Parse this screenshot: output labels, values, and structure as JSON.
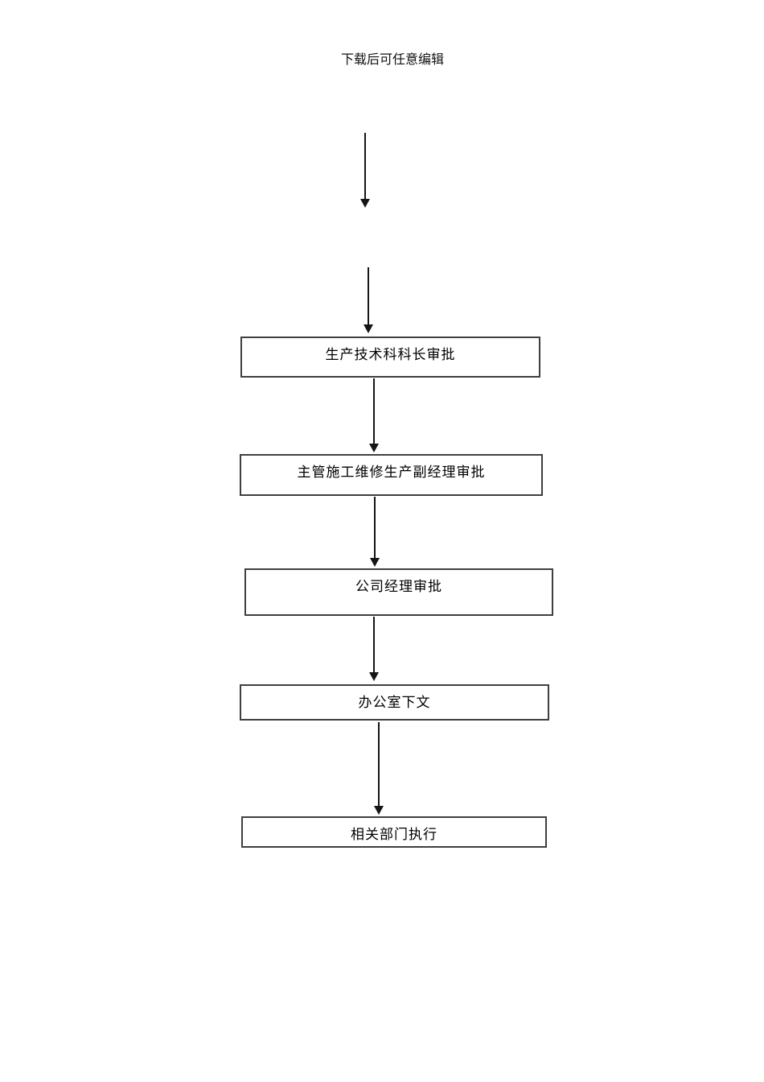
{
  "page": {
    "header": "下载后可任意编辑",
    "background": "#ffffff"
  },
  "diagram": {
    "type": "flowchart",
    "direction": "top-down",
    "box_border_color": "#3f3f3f",
    "arrow_color": "#151515",
    "nodes": [
      {
        "label": "生产技术科科长审批"
      },
      {
        "label": "主管施工维修生产副经理审批"
      },
      {
        "label": "公司经理审批"
      },
      {
        "label": "办公室下文"
      },
      {
        "label": "相关部门执行"
      }
    ],
    "edges": [
      {
        "from": "top",
        "to": "offpage"
      },
      {
        "from": "offpage",
        "to": "生产技术科科长审批"
      },
      {
        "from": "生产技术科科长审批",
        "to": "主管施工维修生产副经理审批"
      },
      {
        "from": "主管施工维修生产副经理审批",
        "to": "公司经理审批"
      },
      {
        "from": "公司经理审批",
        "to": "办公室下文"
      },
      {
        "from": "办公室下文",
        "to": "相关部门执行"
      }
    ]
  }
}
